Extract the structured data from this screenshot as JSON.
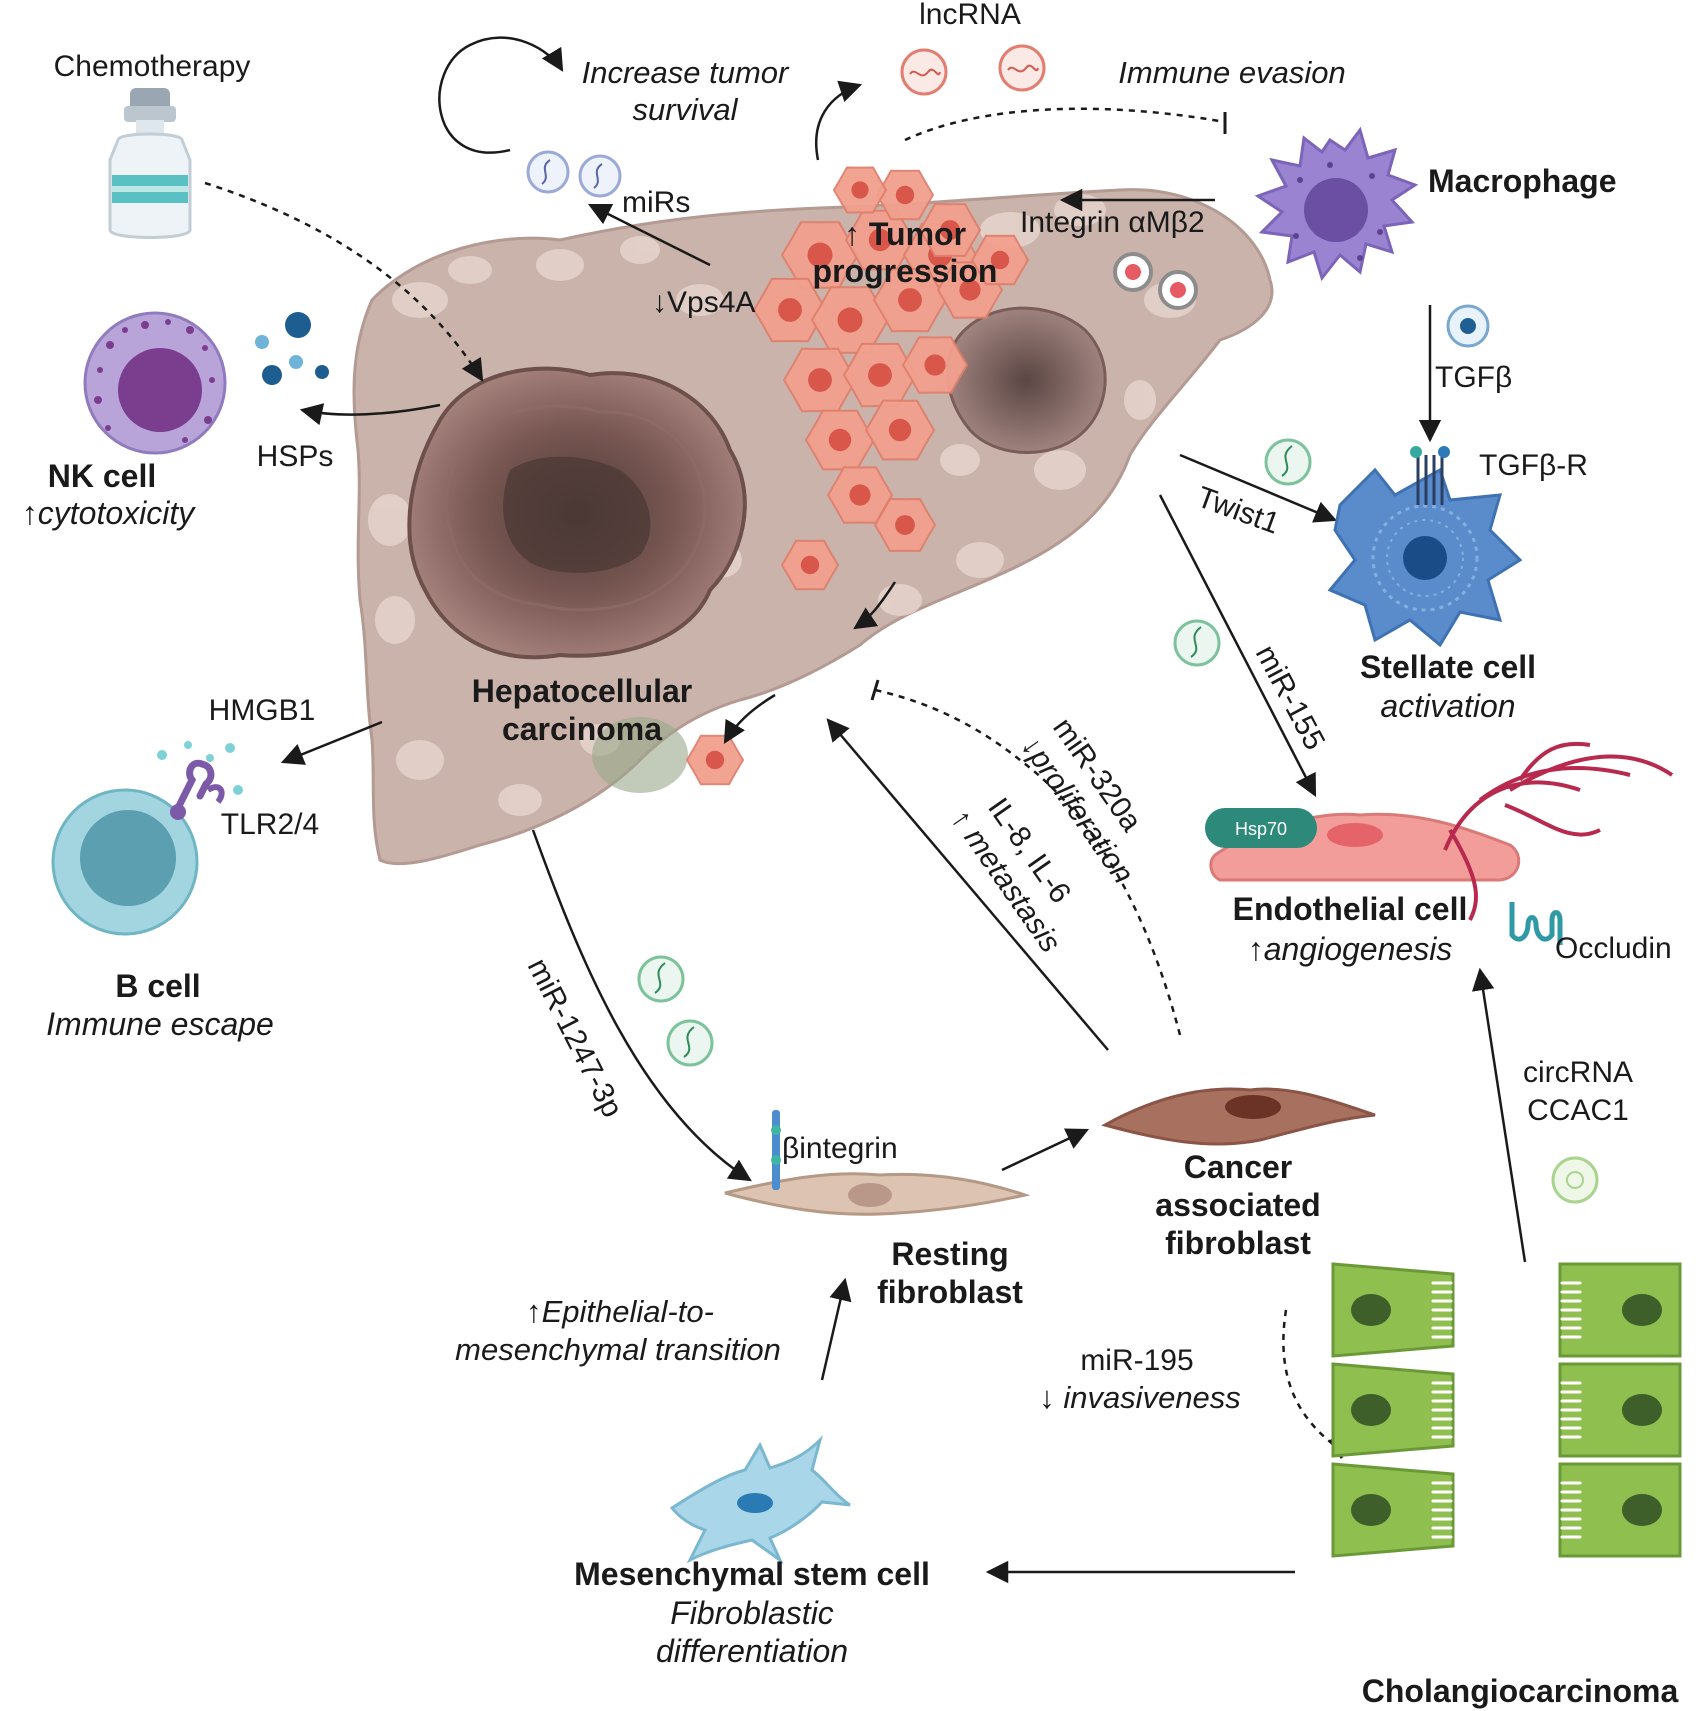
{
  "labels": {
    "chemotherapy": "Chemotherapy",
    "increase_tumor_survival_1": "Increase tumor",
    "increase_tumor_survival_2": "survival",
    "lncrna": "lncRNA",
    "immune_evasion": "Immune evasion",
    "mirs": "miRs",
    "vps4a": "↓Vps4A",
    "tumor_progression_1": "↑ Tumor",
    "tumor_progression_2": "progression",
    "integrin_am_b2": "Integrin αMβ2",
    "macrophage": "Macrophage",
    "tgfb": "TGFβ",
    "tgfb_r": "TGFβ-R",
    "hsps": "HSPs",
    "nk_cell": "NK cell",
    "nk_cytotoxicity": "↑cytotoxicity",
    "twist1": "Twist1",
    "stellate_cell": "Stellate cell",
    "stellate_activation": "activation",
    "hcc_1": "Hepatocellular",
    "hcc_2": "carcinoma",
    "hmgb1": "HMGB1",
    "tlr24": "TLR2/4",
    "mir155": "miR-155",
    "mir320a": "miR-320a",
    "proliferation": "↓proliferation",
    "il8_il6": "IL-8, IL-6",
    "metastasis": "↑ metastasis",
    "hsp70": "Hsp70",
    "endothelial_cell": "Endothelial cell",
    "angiogenesis": "↑angiogenesis",
    "occludin": "Occludin",
    "b_cell": "B cell",
    "immune_escape": "Immune escape",
    "mir1247": "miR-1247-3p",
    "b_integrin": "βintegrin",
    "caf_1": "Cancer",
    "caf_2": "associated",
    "caf_3": "fibroblast",
    "circrna_1": "circRNA",
    "circrna_2": "CCAC1",
    "resting_1": "Resting",
    "resting_2": "fibroblast",
    "emt_1": "↑Epithelial-to-",
    "emt_2": "mesenchymal transition",
    "mir195": "miR-195",
    "invasiveness": "↓ invasiveness",
    "msc": "Mesenchymal stem cell",
    "msc_diff_1": "Fibroblastic",
    "msc_diff_2": "differentiation",
    "cholangiocarcinoma": "Cholangiocarcinoma"
  },
  "colors": {
    "liver": "#c8b0a8",
    "tumor_dark": "#7d5a55",
    "tumor_cell": "#f2a08e",
    "macrophage": "#9b82cf",
    "nk_cell": "#b7a2d8",
    "stellate": "#5a8ccc",
    "endothelial": "#ef9a97",
    "b_cell": "#9dd3dd",
    "caf": "#a8705e",
    "resting_fibroblast": "#dcc3b2",
    "msc": "#a9d6e8",
    "cholangio": "#8fbf4f",
    "hsp70": "#2d8a7a"
  }
}
